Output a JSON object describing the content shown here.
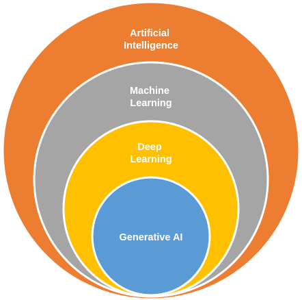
{
  "diagram": {
    "layers": [
      {
        "id": "ai",
        "lines": [
          "Artificial",
          "Intelligence"
        ],
        "color": "#ED7D31"
      },
      {
        "id": "ml",
        "lines": [
          "Machine",
          "Learning"
        ],
        "color": "#A5A5A5"
      },
      {
        "id": "dl",
        "lines": [
          "Deep",
          "Learning"
        ],
        "color": "#FFC000"
      },
      {
        "id": "genai",
        "lines": [
          "Generative AI"
        ],
        "color": "#5B9BD5"
      }
    ]
  }
}
